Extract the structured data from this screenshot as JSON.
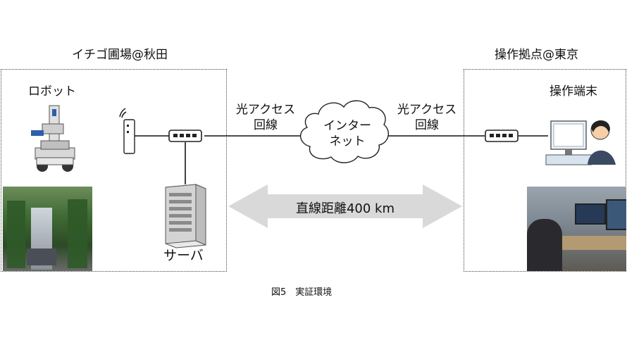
{
  "site_left": {
    "title": "イチゴ圃場@秋田",
    "robot_label": "ロボット",
    "server_label": "サーバ"
  },
  "site_right": {
    "title": "操作拠点@東京",
    "terminal_label": "操作端末"
  },
  "links": {
    "left_line": [
      "光アクセス",
      "回線"
    ],
    "right_line": [
      "光アクセス",
      "回線"
    ],
    "cloud": [
      "インター",
      "ネット"
    ]
  },
  "distance_label": "直線距離400 km",
  "caption": "図5　実証環境",
  "colors": {
    "arrow": "#d9d9d9",
    "frame": "#444444",
    "device": "#ffffff",
    "line": "#111111"
  },
  "icons": [
    "robot-illustration",
    "wifi-router-icon",
    "network-switch-icon",
    "server-tower-icon",
    "cloud-icon",
    "operator-pc-illustration"
  ]
}
